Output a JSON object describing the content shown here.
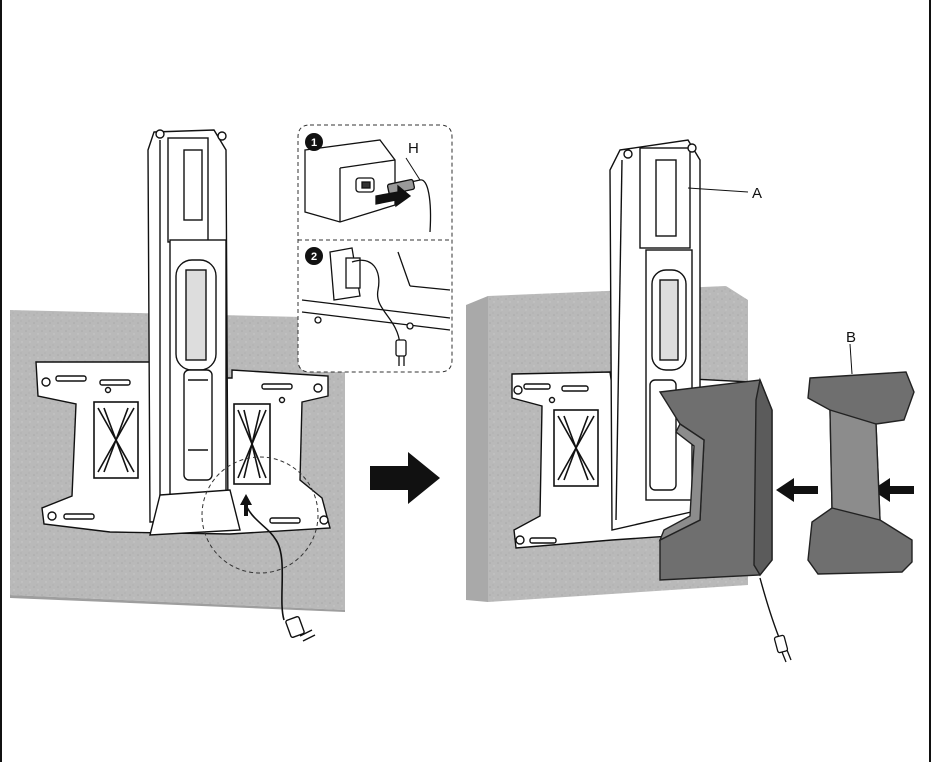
{
  "labels": {
    "h": "H",
    "a": "A",
    "b": "B",
    "step1": "1",
    "step2": "2"
  },
  "colors": {
    "wall": "#b9b9b9",
    "wall_edge": "#9e9e9e",
    "metal": "#ffffff",
    "line": "#111111",
    "cover": "#6f6f6f",
    "cover_light": "#8c8c8c",
    "arrow": "#111111"
  },
  "icons": [
    "power-plug-icon",
    "arrow-right-icon"
  ]
}
